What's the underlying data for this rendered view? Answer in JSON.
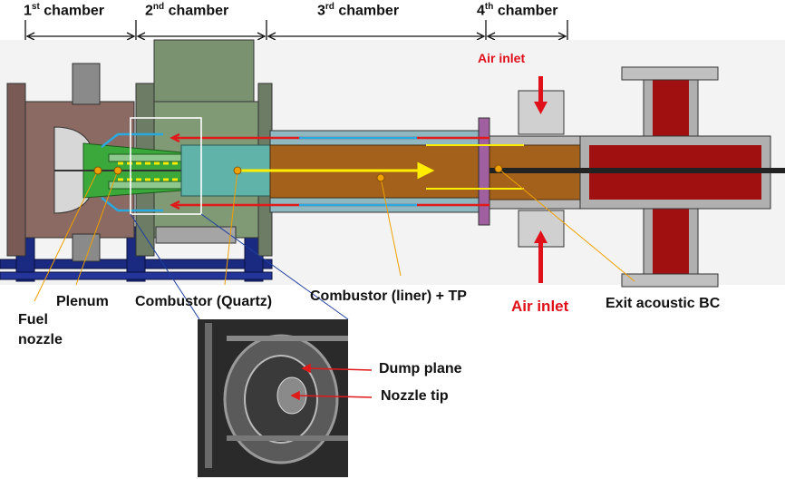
{
  "chambers": [
    {
      "num": "1",
      "sup": "st",
      "word": "chamber"
    },
    {
      "num": "2",
      "sup": "nd",
      "word": "chamber"
    },
    {
      "num": "3",
      "sup": "rd",
      "word": "chamber"
    },
    {
      "num": "4",
      "sup": "th",
      "word": "chamber"
    }
  ],
  "labels": {
    "air_inlet_top": "Air inlet",
    "air_inlet_bottom": "Air inlet",
    "plenum": "Plenum",
    "combustor_quartz": "Combustor (Quartz)",
    "combustor_liner": "Combustor (liner) + TP",
    "exit_bc": "Exit acoustic BC",
    "fuel_line1": "Fuel",
    "fuel_line2": "nozzle",
    "dump_plane": "Dump plane",
    "nozzle_tip": "Nozzle tip"
  },
  "colors": {
    "red_label": "#e0101a",
    "yellow_flow": "#ffee00",
    "blue_flow": "#2aa8e0",
    "red_flow": "#e01a1a",
    "marker": "#f0a000"
  }
}
